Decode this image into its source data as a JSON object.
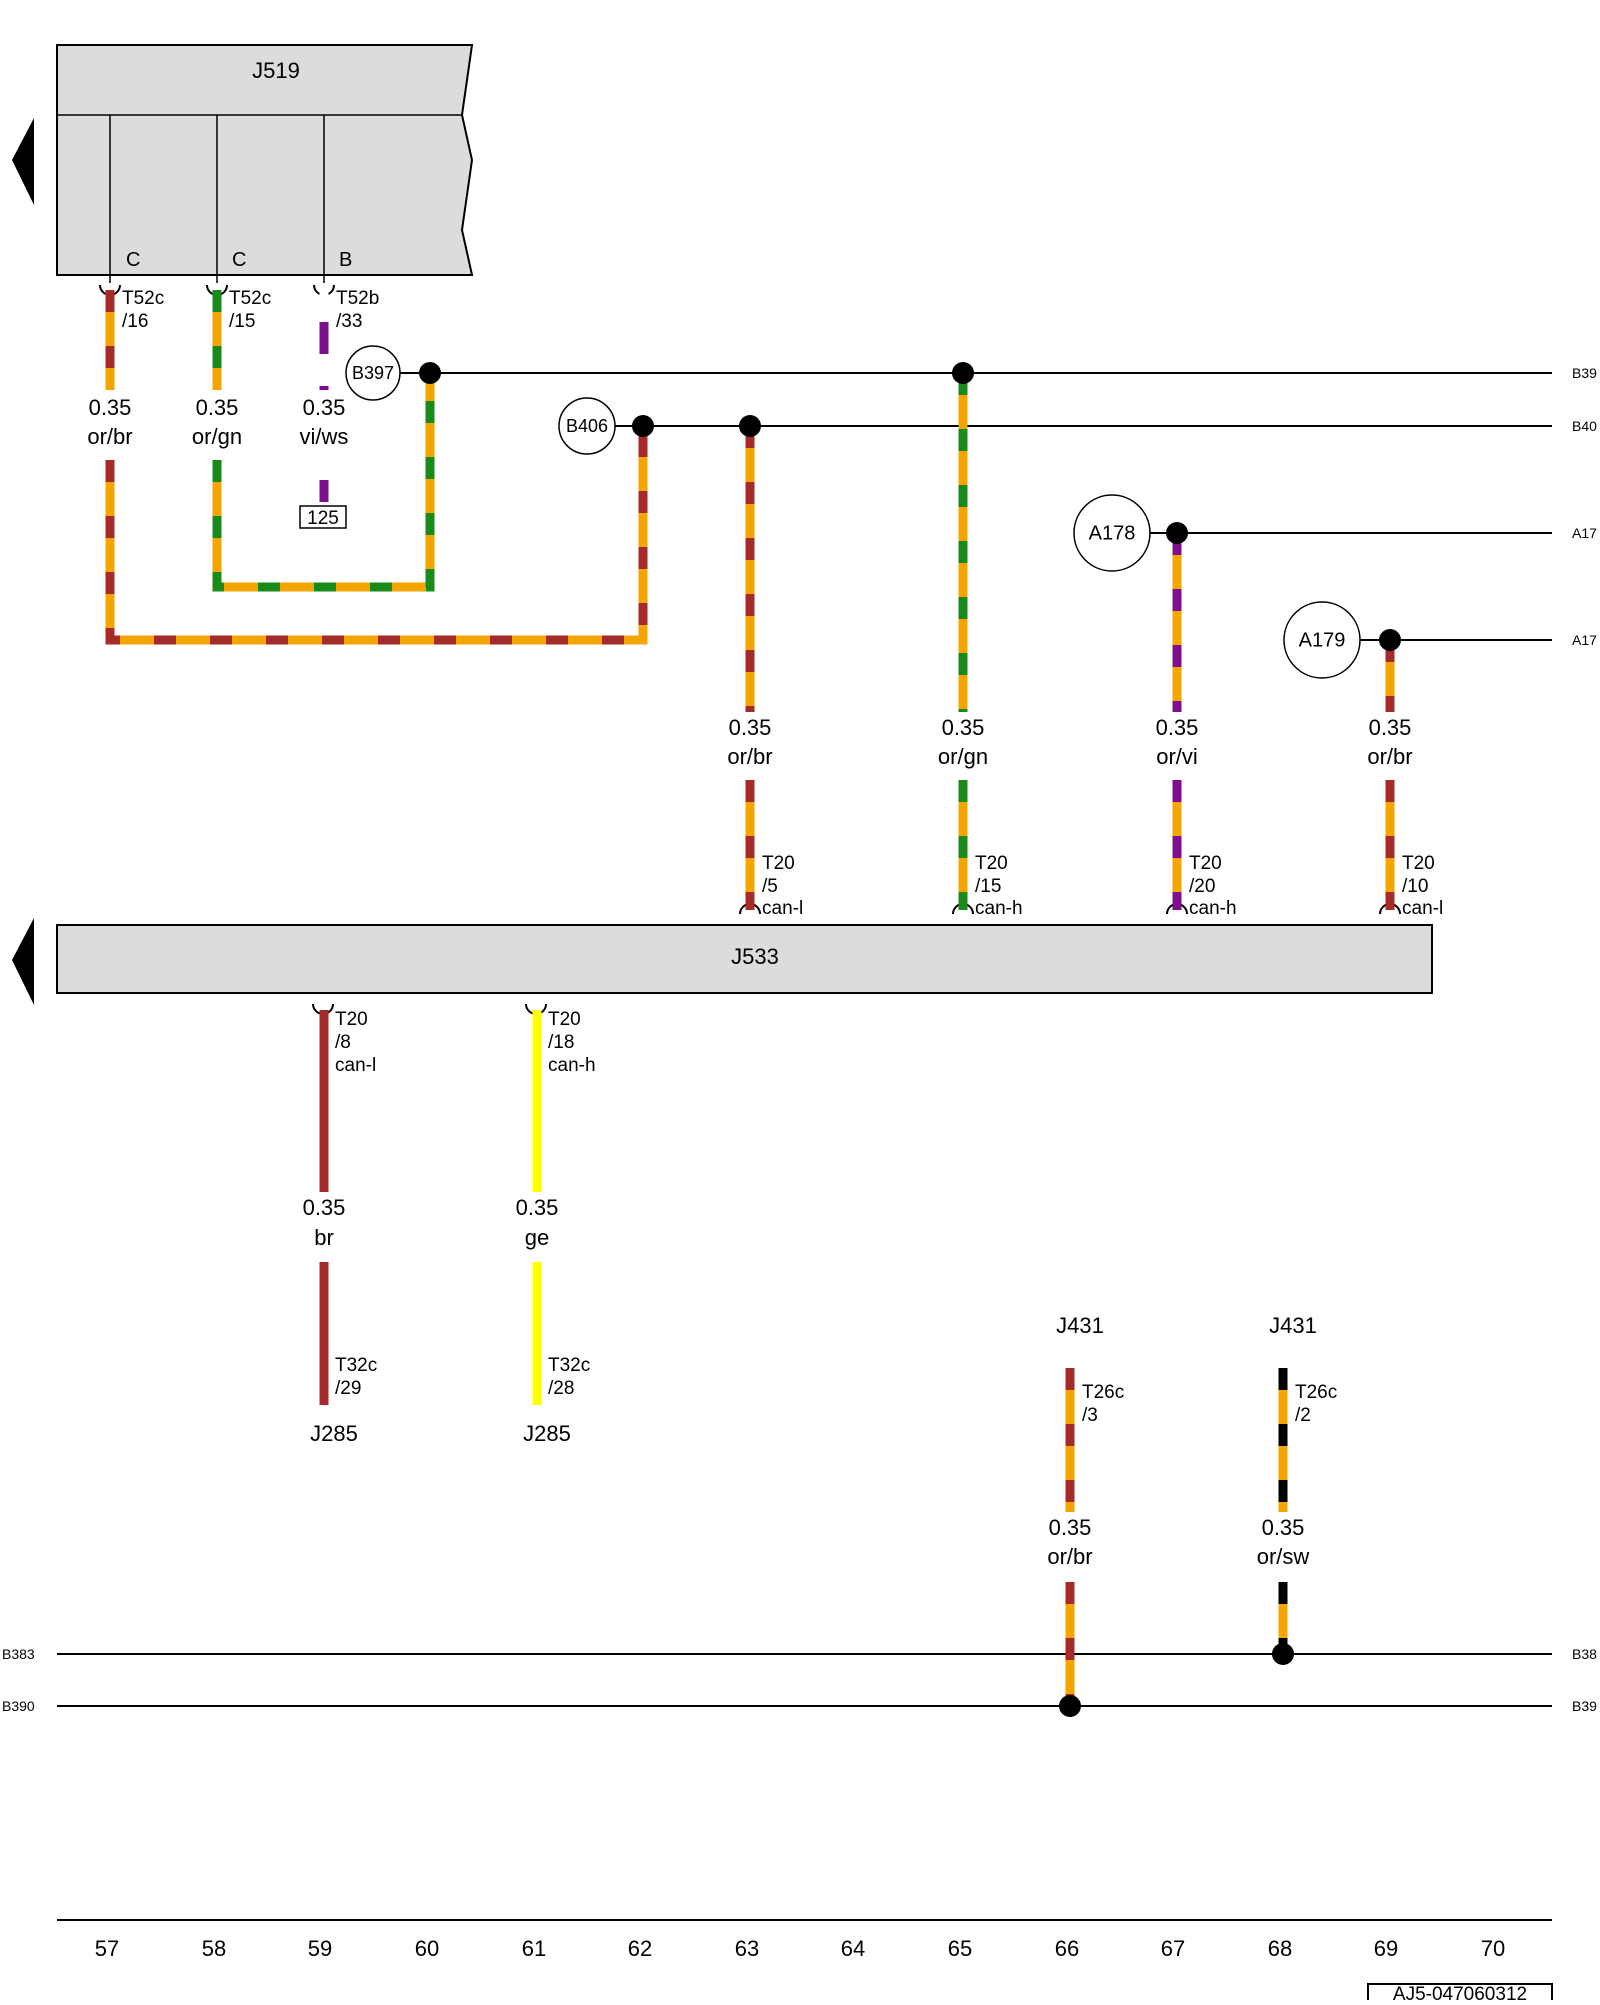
{
  "components": {
    "j519": {
      "label": "J519",
      "pins": [
        "C",
        "C",
        "B"
      ]
    },
    "j533": {
      "label": "J533"
    },
    "j285": {
      "label": "J285"
    },
    "j431": {
      "label": "J431"
    }
  },
  "splices": {
    "b397": "B397",
    "b406": "B406",
    "a178": "A178",
    "a179": "A179"
  },
  "bus_labels": {
    "b397": "B39",
    "b406": "B40",
    "a178": "A17",
    "a179": "A17",
    "b383_left": "B383",
    "b390_left": "B390",
    "b383_right": "B38",
    "b390_right": "B39"
  },
  "connector_125": "125",
  "wires": [
    {
      "id": "w1",
      "size": "0.35",
      "color": "or/br",
      "conn": [
        "T52c",
        "/16"
      ]
    },
    {
      "id": "w2",
      "size": "0.35",
      "color": "or/gn",
      "conn": [
        "T52c",
        "/15"
      ]
    },
    {
      "id": "w3",
      "size": "0.35",
      "color": "vi/ws",
      "conn": [
        "T52b",
        "/33"
      ]
    },
    {
      "id": "w4",
      "size": "0.35",
      "color": "or/br",
      "conn": [
        "T20",
        "/5",
        "can-l"
      ]
    },
    {
      "id": "w5",
      "size": "0.35",
      "color": "or/gn",
      "conn": [
        "T20",
        "/15",
        "can-h"
      ]
    },
    {
      "id": "w6",
      "size": "0.35",
      "color": "or/vi",
      "conn": [
        "T20",
        "/20",
        "can-h"
      ]
    },
    {
      "id": "w7",
      "size": "0.35",
      "color": "or/br",
      "conn": [
        "T20",
        "/10",
        "can-l"
      ]
    },
    {
      "id": "w8",
      "size": "0.35",
      "color": "br",
      "conn": [
        "T20",
        "/8",
        "can-l"
      ],
      "conn2": [
        "T32c",
        "/29"
      ]
    },
    {
      "id": "w9",
      "size": "0.35",
      "color": "ge",
      "conn": [
        "T20",
        "/18",
        "can-h"
      ],
      "conn2": [
        "T32c",
        "/28"
      ]
    },
    {
      "id": "w10",
      "size": "0.35",
      "color": "or/br",
      "conn": [
        "T26c",
        "/3"
      ]
    },
    {
      "id": "w11",
      "size": "0.35",
      "color": "or/sw",
      "conn": [
        "T26c",
        "/2"
      ]
    }
  ],
  "grid_numbers": [
    "57",
    "58",
    "59",
    "60",
    "61",
    "62",
    "63",
    "64",
    "65",
    "66",
    "67",
    "68",
    "69",
    "70"
  ],
  "diagram_id": "AJ5-047060312",
  "wire_colors": {
    "or": "#F5A500",
    "br": "#A52A2A",
    "gn": "#1A8A1A",
    "vi": "#7B0F8C",
    "ws": "#FFFFFF",
    "ge": "#FFFF00",
    "sw": "#000000"
  }
}
